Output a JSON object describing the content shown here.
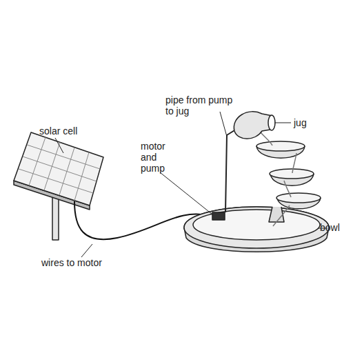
{
  "diagram": {
    "labels": [
      "pipe from pump to jug",
      "jug",
      "solar cell",
      "motor and pump",
      "bowl",
      "wires to motor"
    ]
  }
}
